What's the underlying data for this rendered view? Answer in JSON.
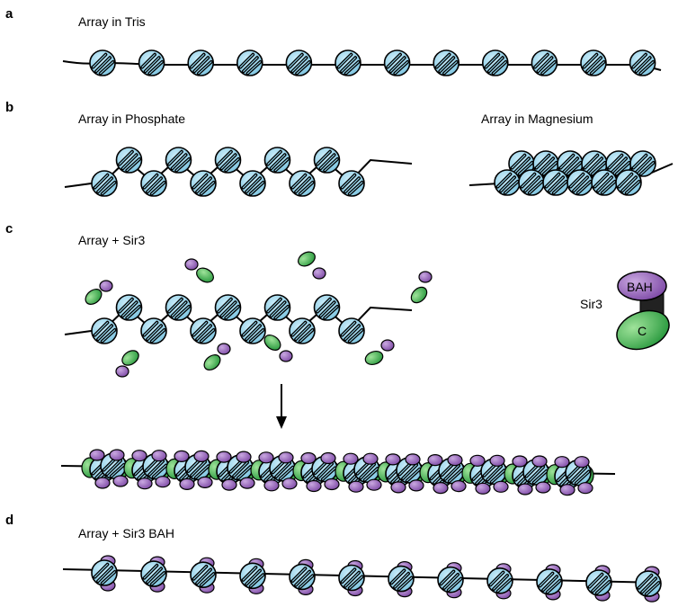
{
  "panels": {
    "a": {
      "letter": "a",
      "title": "Array in Tris"
    },
    "b": {
      "letter": "b",
      "title_left": "Array in Phosphate",
      "title_right": "Array in Magnesium"
    },
    "c": {
      "letter": "c",
      "title": "Array + Sir3"
    },
    "d": {
      "letter": "d",
      "title": "Array + Sir3 BAH"
    }
  },
  "legend": {
    "label": "Sir3",
    "bah_label": "BAH",
    "c_label": "C"
  },
  "colors": {
    "nucleosome": "#8ecfe6",
    "bah_domain": "#8d5bb2",
    "c_domain": "#3cb44b",
    "outline": "#000000"
  }
}
